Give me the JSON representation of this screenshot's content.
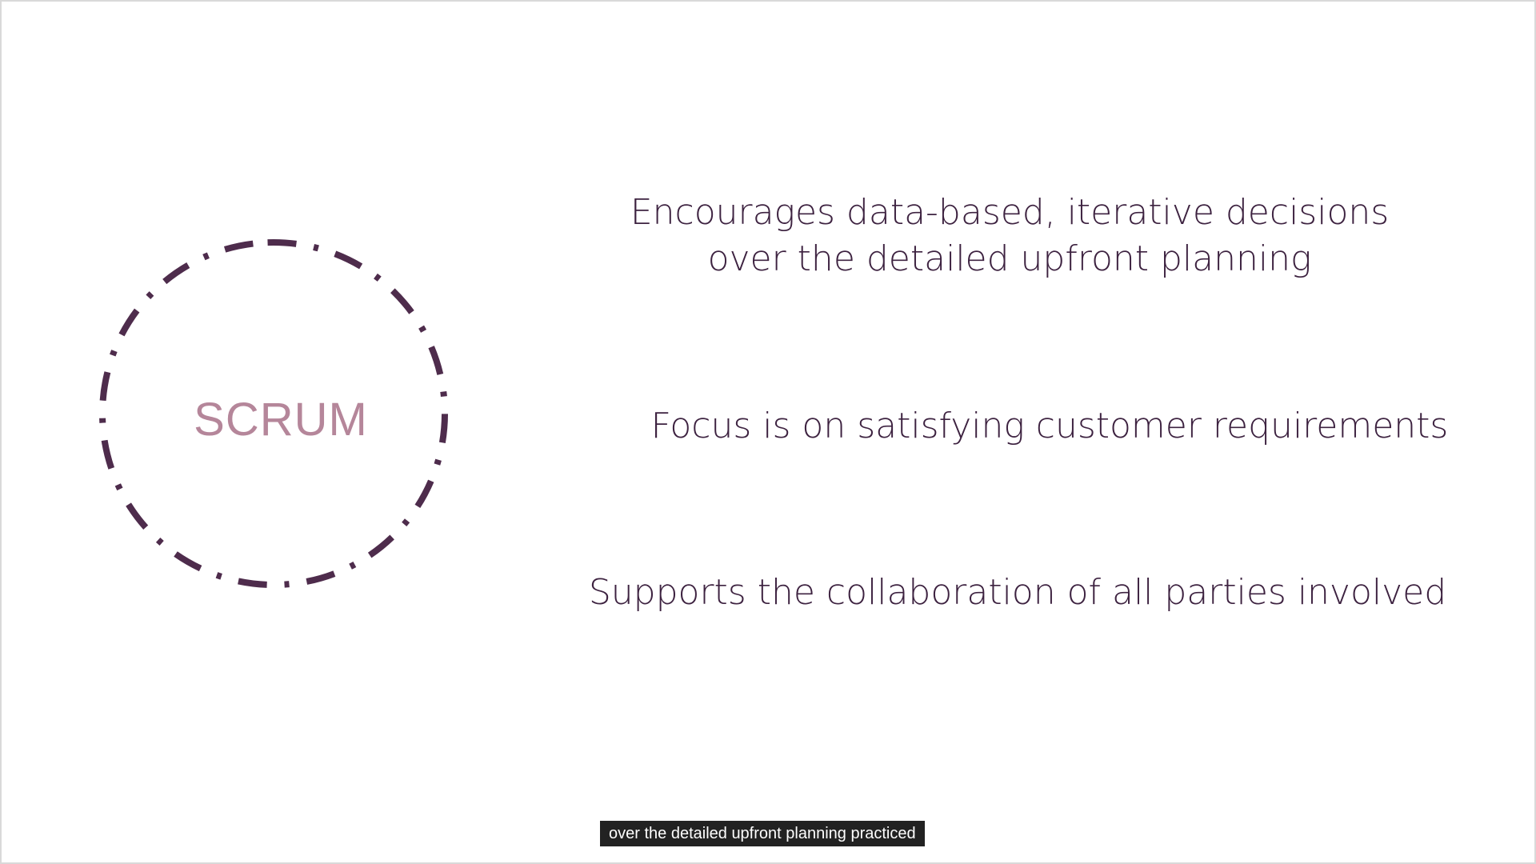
{
  "slide": {
    "background": "#ffffff",
    "circle": {
      "label": "SCRUM",
      "label_color": "#b5869a",
      "ring_color": "#4e2c4c"
    },
    "text_color": "#3d2240",
    "points": [
      {
        "lines": [
          "Encourages data-based, iterative decisions",
          "over the detailed upfront planning"
        ]
      },
      {
        "lines": [
          "Focus is on satisfying customer requirements"
        ]
      },
      {
        "lines": [
          "Supports the collaboration of all parties involved"
        ]
      }
    ]
  },
  "caption": {
    "text": "over the detailed upfront planning practiced",
    "background": "#222222",
    "color": "#ffffff"
  }
}
